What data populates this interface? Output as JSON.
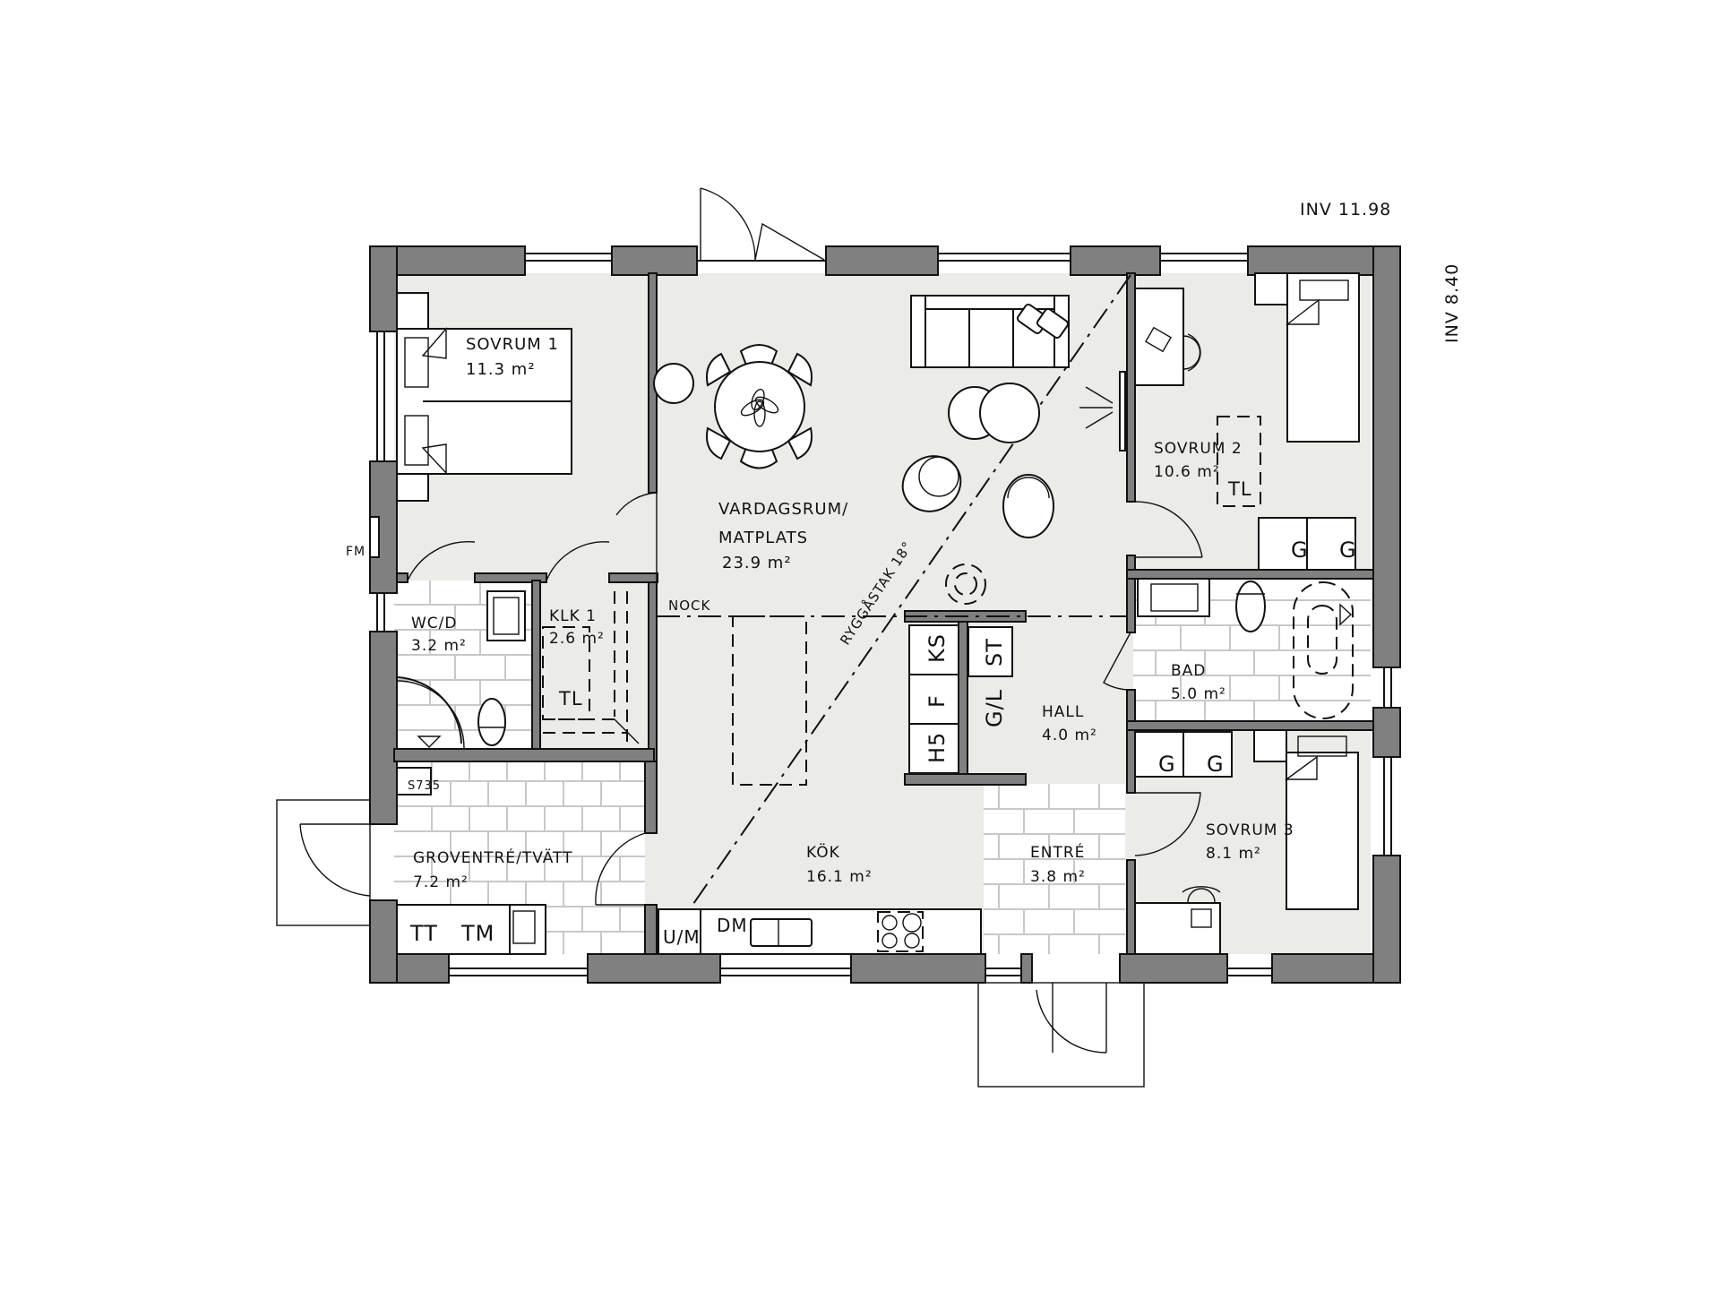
{
  "plan": {
    "annotations": {
      "inv_horizontal": "INV  11.98",
      "inv_vertical": "INV  8.40",
      "fm": "FM",
      "nock": "NOCK",
      "ridge_roof": "RYGGÅSTAK 18°"
    },
    "rooms": [
      {
        "id": "sovrum1",
        "name": "SOVRUM 1",
        "area": "11.3 m²"
      },
      {
        "id": "vardagsrum",
        "name": "VARDAGSRUM/",
        "name2": "MATPLATS",
        "area": "23.9 m²"
      },
      {
        "id": "sovrum2",
        "name": "SOVRUM 2",
        "area": "10.6 m²"
      },
      {
        "id": "wcd",
        "name": "WC/D",
        "area": "3.2 m²"
      },
      {
        "id": "klk1",
        "name": "KLK 1",
        "area": "2.6 m²"
      },
      {
        "id": "bad",
        "name": "BAD",
        "area": "5.0 m²"
      },
      {
        "id": "hall",
        "name": "HALL",
        "area": "4.0 m²"
      },
      {
        "id": "sovrum3",
        "name": "SOVRUM 3",
        "area": "8.1 m²"
      },
      {
        "id": "groventre",
        "name": "GROVENTRÉ/TVÄTT",
        "area": "7.2 m²"
      },
      {
        "id": "kok",
        "name": "KÖK",
        "area": "16.1 m²"
      },
      {
        "id": "entre",
        "name": "ENTRÉ",
        "area": "3.8 m²"
      }
    ],
    "fixtures": {
      "tl_klk": "TL",
      "tl_sovrum2": "TL",
      "garderob": "G",
      "ks": "KS",
      "f": "F",
      "h5": "H5",
      "st": "ST",
      "gl": "G/L",
      "s735": "S735",
      "tt": "TT",
      "tm": "TM",
      "um": "U/M",
      "dm": "DM"
    },
    "colors": {
      "wall": "#808080",
      "room_floor": "#ebebe7",
      "tiled_floor": "#ffffff",
      "tile_lines": "#c8c8c8",
      "line": "#111111"
    }
  }
}
